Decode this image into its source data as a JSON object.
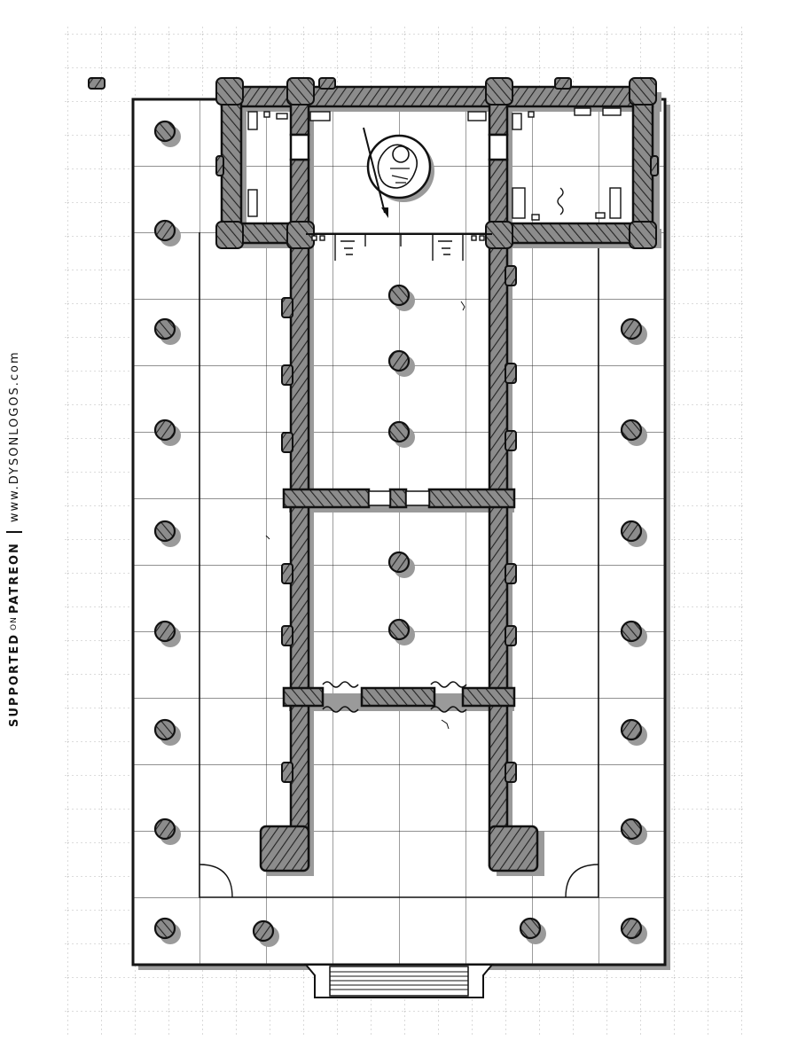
{
  "credit": {
    "supported": "SUPPORTED",
    "on": "ON",
    "patreon": "PATREON",
    "website": "www.DYSONLOGOS.com"
  },
  "colors": {
    "ink": "#111111",
    "paper": "#ffffff",
    "shadow": "#9a9a9a",
    "stone": "#8c8c8c"
  },
  "icons": {
    "column": "column-icon",
    "statue": "statue-icon",
    "stairs": "stairs-icon",
    "curtain": "curtain-icon"
  }
}
